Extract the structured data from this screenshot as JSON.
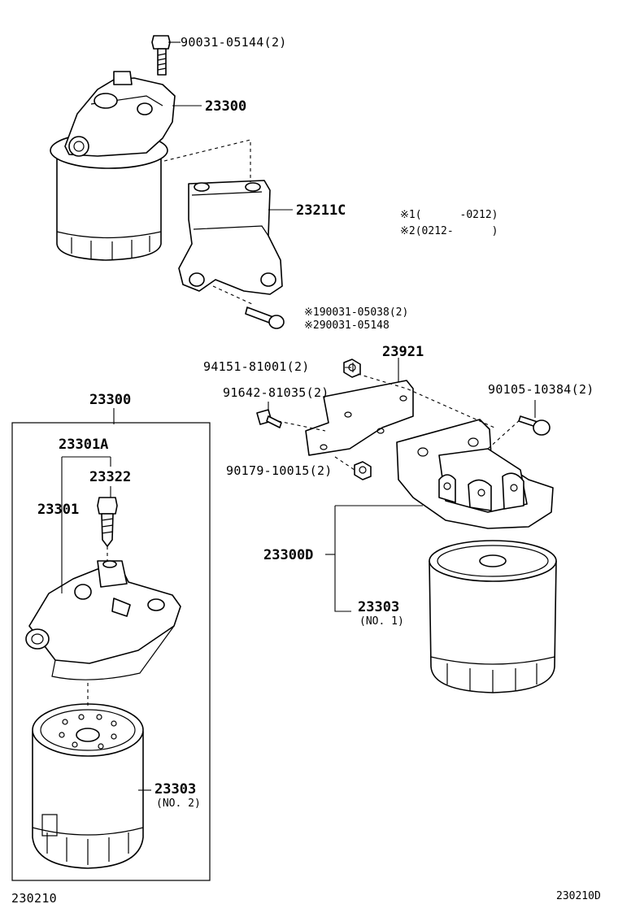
{
  "labels": {
    "p90031_05144": "90031-05144(2)",
    "p23300_top": "23300",
    "p23211c": "23211C",
    "note1": "※1(      -0212)",
    "note2": "※2(0212-      )",
    "p90031_05038": "※190031-05038(2)",
    "p90031_05148": "※290031-05148",
    "p94151": "94151-81001(2)",
    "p23921": "23921",
    "p91642": "91642-81035(2)",
    "p90105": "90105-10384(2)",
    "p90179": "90179-10015(2)",
    "p23300_box": "23300",
    "p23301a": "23301A",
    "p23322": "23322",
    "p23301": "23301",
    "p23300d": "23300D",
    "p23303_r": "23303",
    "no1": "(NO. 1)",
    "p23303_l": "23303",
    "no2": "(NO. 2)",
    "code_left": "230210",
    "code_right": "230210D"
  }
}
